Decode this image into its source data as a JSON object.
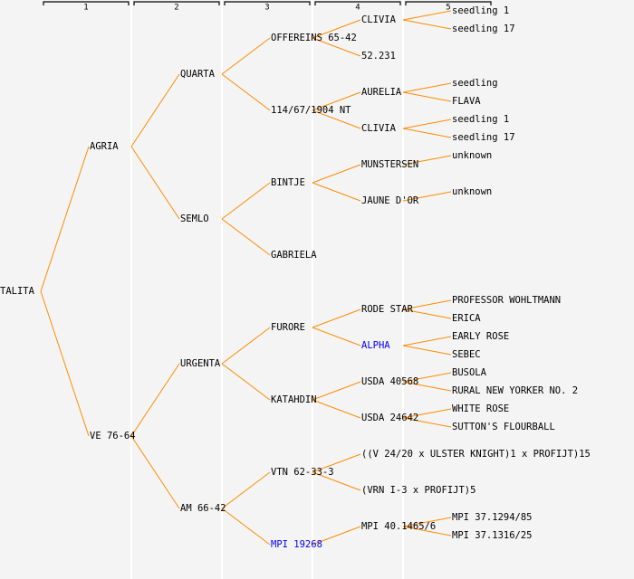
{
  "colors": {
    "background": "#f4f4f4",
    "line": "#ff8c00",
    "text": "#000000",
    "highlight": "#0000ff",
    "column_divider": "#ffffff"
  },
  "columns": [
    "1",
    "2",
    "3",
    "4",
    "5"
  ],
  "tree": {
    "name": "TALITA",
    "children": [
      {
        "name": "AGRIA",
        "children": [
          {
            "name": "QUARTA",
            "children": [
              {
                "name": "OFFEREINS 65-42",
                "children": [
                  {
                    "name": "CLIVIA",
                    "children": [
                      {
                        "name": "seedling 1"
                      },
                      {
                        "name": "seedling 17"
                      }
                    ]
                  },
                  {
                    "name": "52.231"
                  }
                ]
              },
              {
                "name": "114/67/1904 NT",
                "children": [
                  {
                    "name": "AURELIA",
                    "children": [
                      {
                        "name": "seedling"
                      },
                      {
                        "name": "FLAVA"
                      }
                    ]
                  },
                  {
                    "name": "CLIVIA",
                    "children": [
                      {
                        "name": "seedling 1"
                      },
                      {
                        "name": "seedling 17"
                      }
                    ]
                  }
                ]
              }
            ]
          },
          {
            "name": "SEMLO",
            "children": [
              {
                "name": "BINTJE",
                "children": [
                  {
                    "name": "MUNSTERSEN",
                    "children": [
                      {
                        "name": "unknown"
                      }
                    ]
                  },
                  {
                    "name": "JAUNE D'OR",
                    "children": [
                      {
                        "name": "unknown"
                      }
                    ]
                  }
                ]
              },
              {
                "name": "GABRIELA"
              }
            ]
          }
        ]
      },
      {
        "name": "VE 76-64",
        "children": [
          {
            "name": "URGENTA",
            "children": [
              {
                "name": "FURORE",
                "children": [
                  {
                    "name": "RODE STAR",
                    "children": [
                      {
                        "name": "PROFESSOR WOHLTMANN"
                      },
                      {
                        "name": "ERICA"
                      }
                    ]
                  },
                  {
                    "name": "ALPHA",
                    "highlight": true,
                    "children": [
                      {
                        "name": "EARLY ROSE"
                      },
                      {
                        "name": "SEBEC"
                      }
                    ]
                  }
                ]
              },
              {
                "name": "KATAHDIN",
                "children": [
                  {
                    "name": "USDA 40568",
                    "children": [
                      {
                        "name": "BUSOLA"
                      },
                      {
                        "name": "RURAL NEW YORKER NO. 2"
                      }
                    ]
                  },
                  {
                    "name": "USDA 24642",
                    "children": [
                      {
                        "name": "WHITE ROSE"
                      },
                      {
                        "name": "SUTTON'S FLOURBALL"
                      }
                    ]
                  }
                ]
              }
            ]
          },
          {
            "name": "AM 66-42",
            "children": [
              {
                "name": "VTN 62-33-3",
                "children": [
                  {
                    "name": "((V 24/20 x ULSTER KNIGHT)1 x PROFIJT)15"
                  },
                  {
                    "name": "(VRN I-3 x PROFIJT)5"
                  }
                ]
              },
              {
                "name": "MPI 19268",
                "highlight": true,
                "children": [
                  {
                    "name": "MPI 40.1465/6",
                    "children": [
                      {
                        "name": "MPI 37.1294/85"
                      },
                      {
                        "name": "MPI 37.1316/25"
                      }
                    ]
                  }
                ]
              }
            ]
          }
        ]
      }
    ]
  }
}
